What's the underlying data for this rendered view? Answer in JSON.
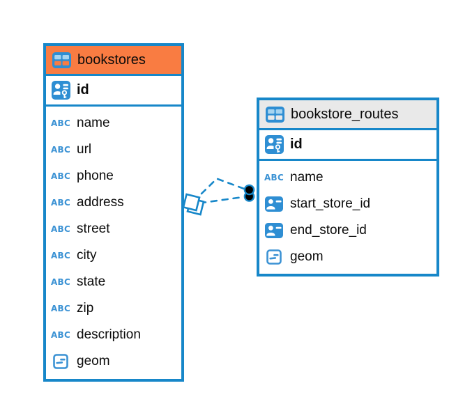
{
  "diagram": {
    "colors": {
      "accent_blue": "#1787c9",
      "icon_blue": "#2e8ed3",
      "header_orange": "#f97c42",
      "header_gray": "#e9e9e9",
      "endpoint_dot_black": "#000000"
    },
    "icons": {
      "abc_label": "ABC"
    },
    "tables": [
      {
        "name": "bookstores",
        "header_color": "#f97c42",
        "primary_key": "id",
        "columns": [
          "name",
          "url",
          "phone",
          "address",
          "street",
          "city",
          "state",
          "zip",
          "description",
          "geom"
        ]
      },
      {
        "name": "bookstore_routes",
        "header_color": "#e9e9e9",
        "primary_key": "id",
        "columns": [
          "name",
          "start_store_id",
          "end_store_id",
          "geom"
        ]
      }
    ],
    "relationships": [
      {
        "from_table": "bookstores",
        "to_table": "bookstore_routes",
        "line_style": "dashed",
        "from_marker": "tilted-square",
        "to_marker": "black-dot"
      },
      {
        "from_table": "bookstores",
        "to_table": "bookstore_routes",
        "line_style": "dashed",
        "from_marker": "tilted-square",
        "to_marker": "black-dot"
      }
    ]
  }
}
